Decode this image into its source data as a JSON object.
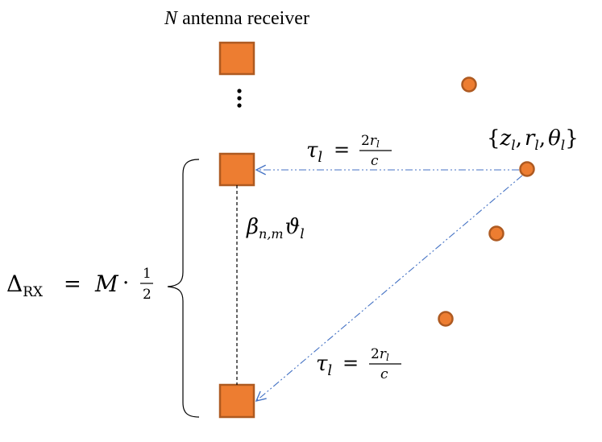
{
  "title": {
    "prefix": "N",
    "rest": " antenna receiver"
  },
  "labels": {
    "tau_upper": {
      "lhs": "τ",
      "sub": "l",
      "eq": "=",
      "num_coef": "2",
      "num_var": "r",
      "num_sub": "l",
      "den": "c"
    },
    "tau_lower": {
      "lhs": "τ",
      "sub": "l",
      "eq": "=",
      "num_coef": "2",
      "num_var": "r",
      "num_sub": "l",
      "den": "c"
    },
    "target_params": {
      "open": "{",
      "z": "z",
      "r": "r",
      "theta": "θ",
      "sub": "l",
      "comma": ",",
      "close": "}"
    },
    "phase": {
      "beta": "β",
      "beta_sub": "n,m",
      "vartheta": "ϑ",
      "vartheta_sub": "l"
    },
    "aperture": {
      "delta": "Δ",
      "delta_sub": "RX",
      "eq": "=",
      "M": "M",
      "dot": "·",
      "frac_num": "1",
      "frac_den": "2"
    }
  },
  "colors": {
    "antenna_fill": "#ed7d31",
    "antenna_stroke": "#ae5a21",
    "scatterer_fill": "#ed7d31",
    "scatterer_stroke": "#ae5a21",
    "path_line": "#4472c4",
    "text": "#000000"
  }
}
